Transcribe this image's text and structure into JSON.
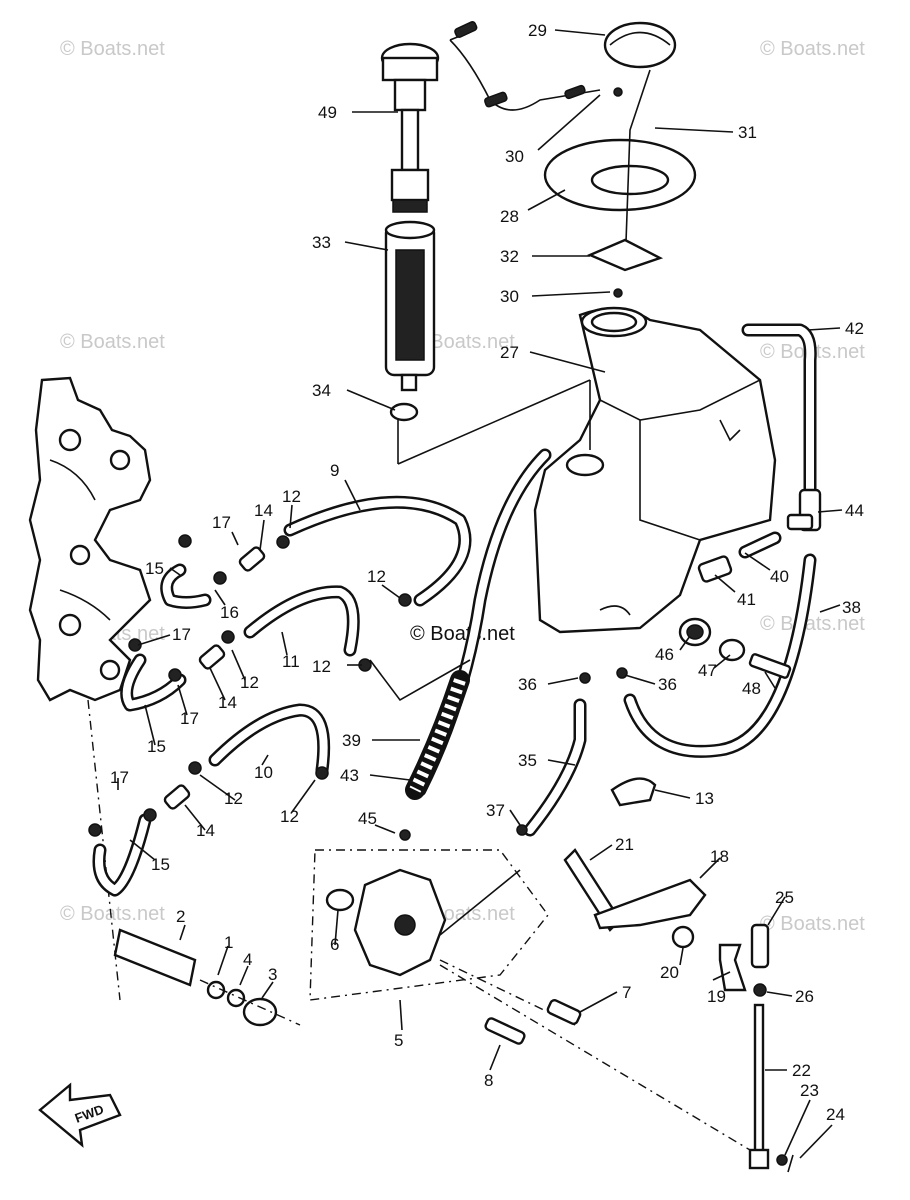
{
  "watermark": {
    "text": "© Boats.net",
    "center_text": "© Boats.net"
  },
  "direction_arrow": {
    "label": "FWD"
  },
  "callouts": [
    {
      "id": "c49",
      "label": "49"
    },
    {
      "id": "c29",
      "label": "29"
    },
    {
      "id": "c31",
      "label": "31"
    },
    {
      "id": "c30a",
      "label": "30"
    },
    {
      "id": "c28",
      "label": "28"
    },
    {
      "id": "c33",
      "label": "33"
    },
    {
      "id": "c32",
      "label": "32"
    },
    {
      "id": "c30b",
      "label": "30"
    },
    {
      "id": "c42",
      "label": "42"
    },
    {
      "id": "c27",
      "label": "27"
    },
    {
      "id": "c34",
      "label": "34"
    },
    {
      "id": "c9",
      "label": "9"
    },
    {
      "id": "c17a",
      "label": "17"
    },
    {
      "id": "c14a",
      "label": "14"
    },
    {
      "id": "c12a",
      "label": "12"
    },
    {
      "id": "c44",
      "label": "44"
    },
    {
      "id": "c15a",
      "label": "15"
    },
    {
      "id": "c16",
      "label": "16"
    },
    {
      "id": "c12b",
      "label": "12"
    },
    {
      "id": "c40",
      "label": "40"
    },
    {
      "id": "c41",
      "label": "41"
    },
    {
      "id": "c38",
      "label": "38"
    },
    {
      "id": "c17b",
      "label": "17"
    },
    {
      "id": "c11",
      "label": "11"
    },
    {
      "id": "c46",
      "label": "46"
    },
    {
      "id": "c12c",
      "label": "12"
    },
    {
      "id": "c12d",
      "label": "12"
    },
    {
      "id": "c47",
      "label": "47"
    },
    {
      "id": "c36a",
      "label": "36"
    },
    {
      "id": "c36b",
      "label": "36"
    },
    {
      "id": "c48",
      "label": "48"
    },
    {
      "id": "c17c",
      "label": "17"
    },
    {
      "id": "c14b",
      "label": "14"
    },
    {
      "id": "c15b",
      "label": "15"
    },
    {
      "id": "c39",
      "label": "39"
    },
    {
      "id": "c10",
      "label": "10"
    },
    {
      "id": "c35",
      "label": "35"
    },
    {
      "id": "c43",
      "label": "43"
    },
    {
      "id": "c17d",
      "label": "17"
    },
    {
      "id": "c12e",
      "label": "12"
    },
    {
      "id": "c12f",
      "label": "12"
    },
    {
      "id": "c13",
      "label": "13"
    },
    {
      "id": "c37",
      "label": "37"
    },
    {
      "id": "c45",
      "label": "45"
    },
    {
      "id": "c14c",
      "label": "14"
    },
    {
      "id": "c21",
      "label": "21"
    },
    {
      "id": "c15c",
      "label": "15"
    },
    {
      "id": "c18",
      "label": "18"
    },
    {
      "id": "c2",
      "label": "2"
    },
    {
      "id": "c6",
      "label": "6"
    },
    {
      "id": "c25",
      "label": "25"
    },
    {
      "id": "c1",
      "label": "1"
    },
    {
      "id": "c4",
      "label": "4"
    },
    {
      "id": "c3",
      "label": "3"
    },
    {
      "id": "c20",
      "label": "20"
    },
    {
      "id": "c26",
      "label": "26"
    },
    {
      "id": "c19",
      "label": "19"
    },
    {
      "id": "c7",
      "label": "7"
    },
    {
      "id": "c5",
      "label": "5"
    },
    {
      "id": "c8",
      "label": "8"
    },
    {
      "id": "c22",
      "label": "22"
    },
    {
      "id": "c23",
      "label": "23"
    },
    {
      "id": "c24",
      "label": "24"
    }
  ]
}
